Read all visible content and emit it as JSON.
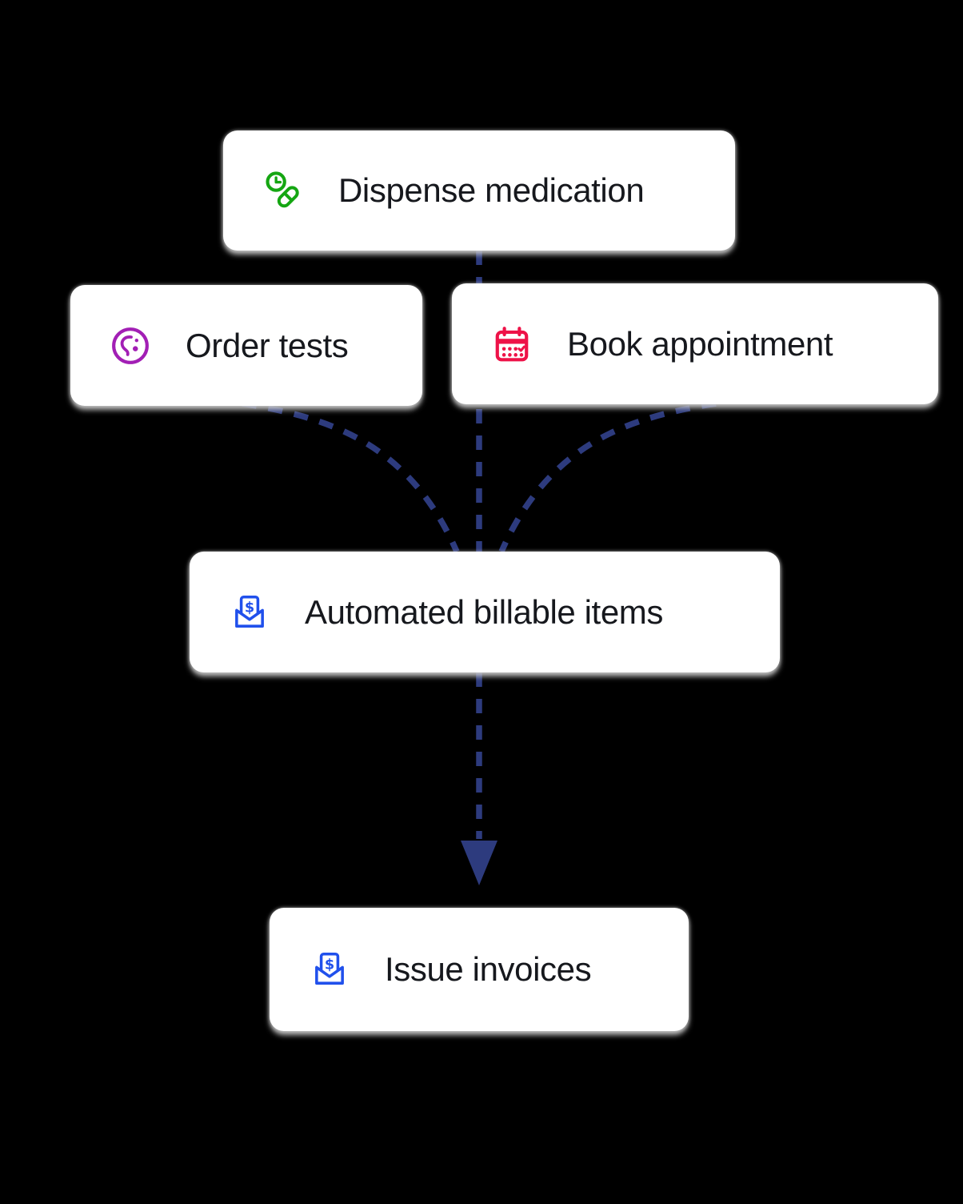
{
  "diagram": {
    "background_color": "#000000",
    "node_background": "#FFFFFF",
    "text_color": "#16181D",
    "connector": {
      "color": "#2D3B7E",
      "style": "dashed"
    },
    "nodes": [
      {
        "id": "dispense-medication",
        "label": "Dispense medication",
        "icon": "medication-time-icon",
        "icon_color": "#15A612"
      },
      {
        "id": "order-tests",
        "label": "Order tests",
        "icon": "petri-dish-microbe-icon",
        "icon_color": "#A21FB5"
      },
      {
        "id": "book-appointment",
        "label": "Book appointment",
        "icon": "calendar-check-icon",
        "icon_color": "#EE1248"
      },
      {
        "id": "automated-billable-items",
        "label": "Automated billable items",
        "icon": "invoice-envelope-icon",
        "icon_color": "#2050EC"
      },
      {
        "id": "issue-invoices",
        "label": "Issue invoices",
        "icon": "invoice-envelope-icon",
        "icon_color": "#2050EC"
      }
    ],
    "edges": [
      {
        "from": "dispense-medication",
        "to": "automated-billable-items",
        "style": "dashed"
      },
      {
        "from": "order-tests",
        "to": "automated-billable-items",
        "style": "dashed-curved"
      },
      {
        "from": "book-appointment",
        "to": "automated-billable-items",
        "style": "dashed-curved"
      },
      {
        "from": "automated-billable-items",
        "to": "issue-invoices",
        "style": "dashed-arrow"
      }
    ],
    "icon_glyphs": {
      "dollar_sign": "$"
    }
  }
}
